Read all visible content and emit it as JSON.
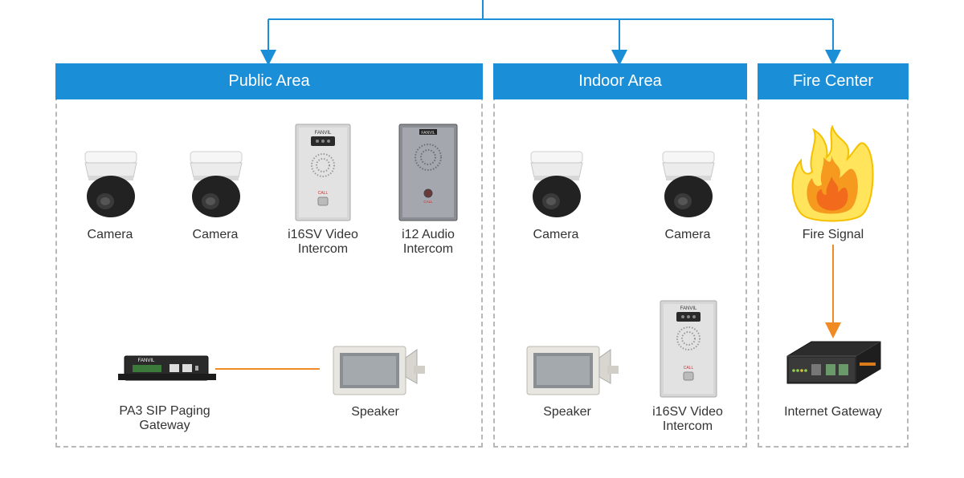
{
  "panels": {
    "public": {
      "title": "Public Area"
    },
    "indoor": {
      "title": "Indoor Area"
    },
    "fire": {
      "title": "Fire Center"
    }
  },
  "devices": {
    "public_camera_1": {
      "label": "Camera"
    },
    "public_camera_2": {
      "label": "Camera"
    },
    "public_i16sv": {
      "label_line1": "i16SV Video",
      "label_line2": "Intercom"
    },
    "public_i12": {
      "label_line1": "i12 Audio",
      "label_line2": "Intercom"
    },
    "pa3": {
      "label_line1": "PA3 SIP Paging",
      "label_line2": "Gateway"
    },
    "public_speaker": {
      "label": "Speaker"
    },
    "indoor_camera_1": {
      "label": "Camera"
    },
    "indoor_camera_2": {
      "label": "Camera"
    },
    "indoor_speaker": {
      "label": "Speaker"
    },
    "indoor_i16sv": {
      "label_line1": "i16SV Video",
      "label_line2": "Intercom"
    },
    "fire_signal": {
      "label": "Fire Signal"
    },
    "internet_gateway": {
      "label": "Internet Gateway"
    }
  },
  "brand_text": "FANVIL",
  "intercom_button_text": "CALL",
  "colors": {
    "header_blue": "#1a8fd8",
    "connector_blue": "#1a8fd8",
    "link_orange": "#f08a24",
    "panel_border": "#b8b8b8"
  }
}
